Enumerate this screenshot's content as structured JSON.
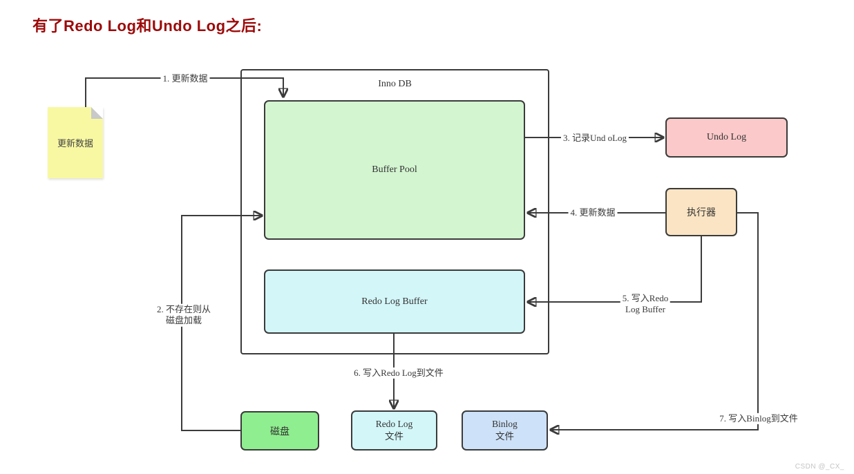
{
  "page": {
    "title": "有了Redo Log和Undo Log之后:",
    "watermark": "CSDN @_CX_"
  },
  "colors": {
    "title_red": "#9c0a0a",
    "line": "#3b3b3b",
    "note_fill": "#f8f8a2",
    "buffer_pool_fill": "#d3f5d0",
    "redo_log_buffer_fill": "#d3f6f8",
    "undo_log_fill": "#fbc9c9",
    "executor_fill": "#fbe4c3",
    "disk_fill": "#8fee8f",
    "redo_log_file_fill": "#d3f6f8",
    "binlog_file_fill": "#cde1f8"
  },
  "diagram": {
    "innodb_label": "Inno DB",
    "nodes": {
      "note": {
        "label": "更新数据"
      },
      "buffer_pool": {
        "label": "Buffer Pool"
      },
      "redo_log_buffer": {
        "label": "Redo Log Buffer"
      },
      "undo_log": {
        "label": "Undo Log"
      },
      "executor": {
        "label": "执行器"
      },
      "disk": {
        "label": "磁盘"
      },
      "redo_log_file": {
        "line1": "Redo Log",
        "line2": "文件"
      },
      "binlog_file": {
        "line1": "Binlog",
        "line2": "文件"
      }
    },
    "steps": {
      "step1": "1. 更新数据",
      "step2_line1": "2. 不存在则从",
      "step2_line2": "磁盘加载",
      "step3": "3. 记录Und oLog",
      "step4": "4. 更新数据",
      "step5_line1": "5. 写入Redo",
      "step5_line2": "Log Buffer",
      "step6": "6. 写入Redo Log到文件",
      "step7": "7. 写入Binlog到文件"
    }
  }
}
